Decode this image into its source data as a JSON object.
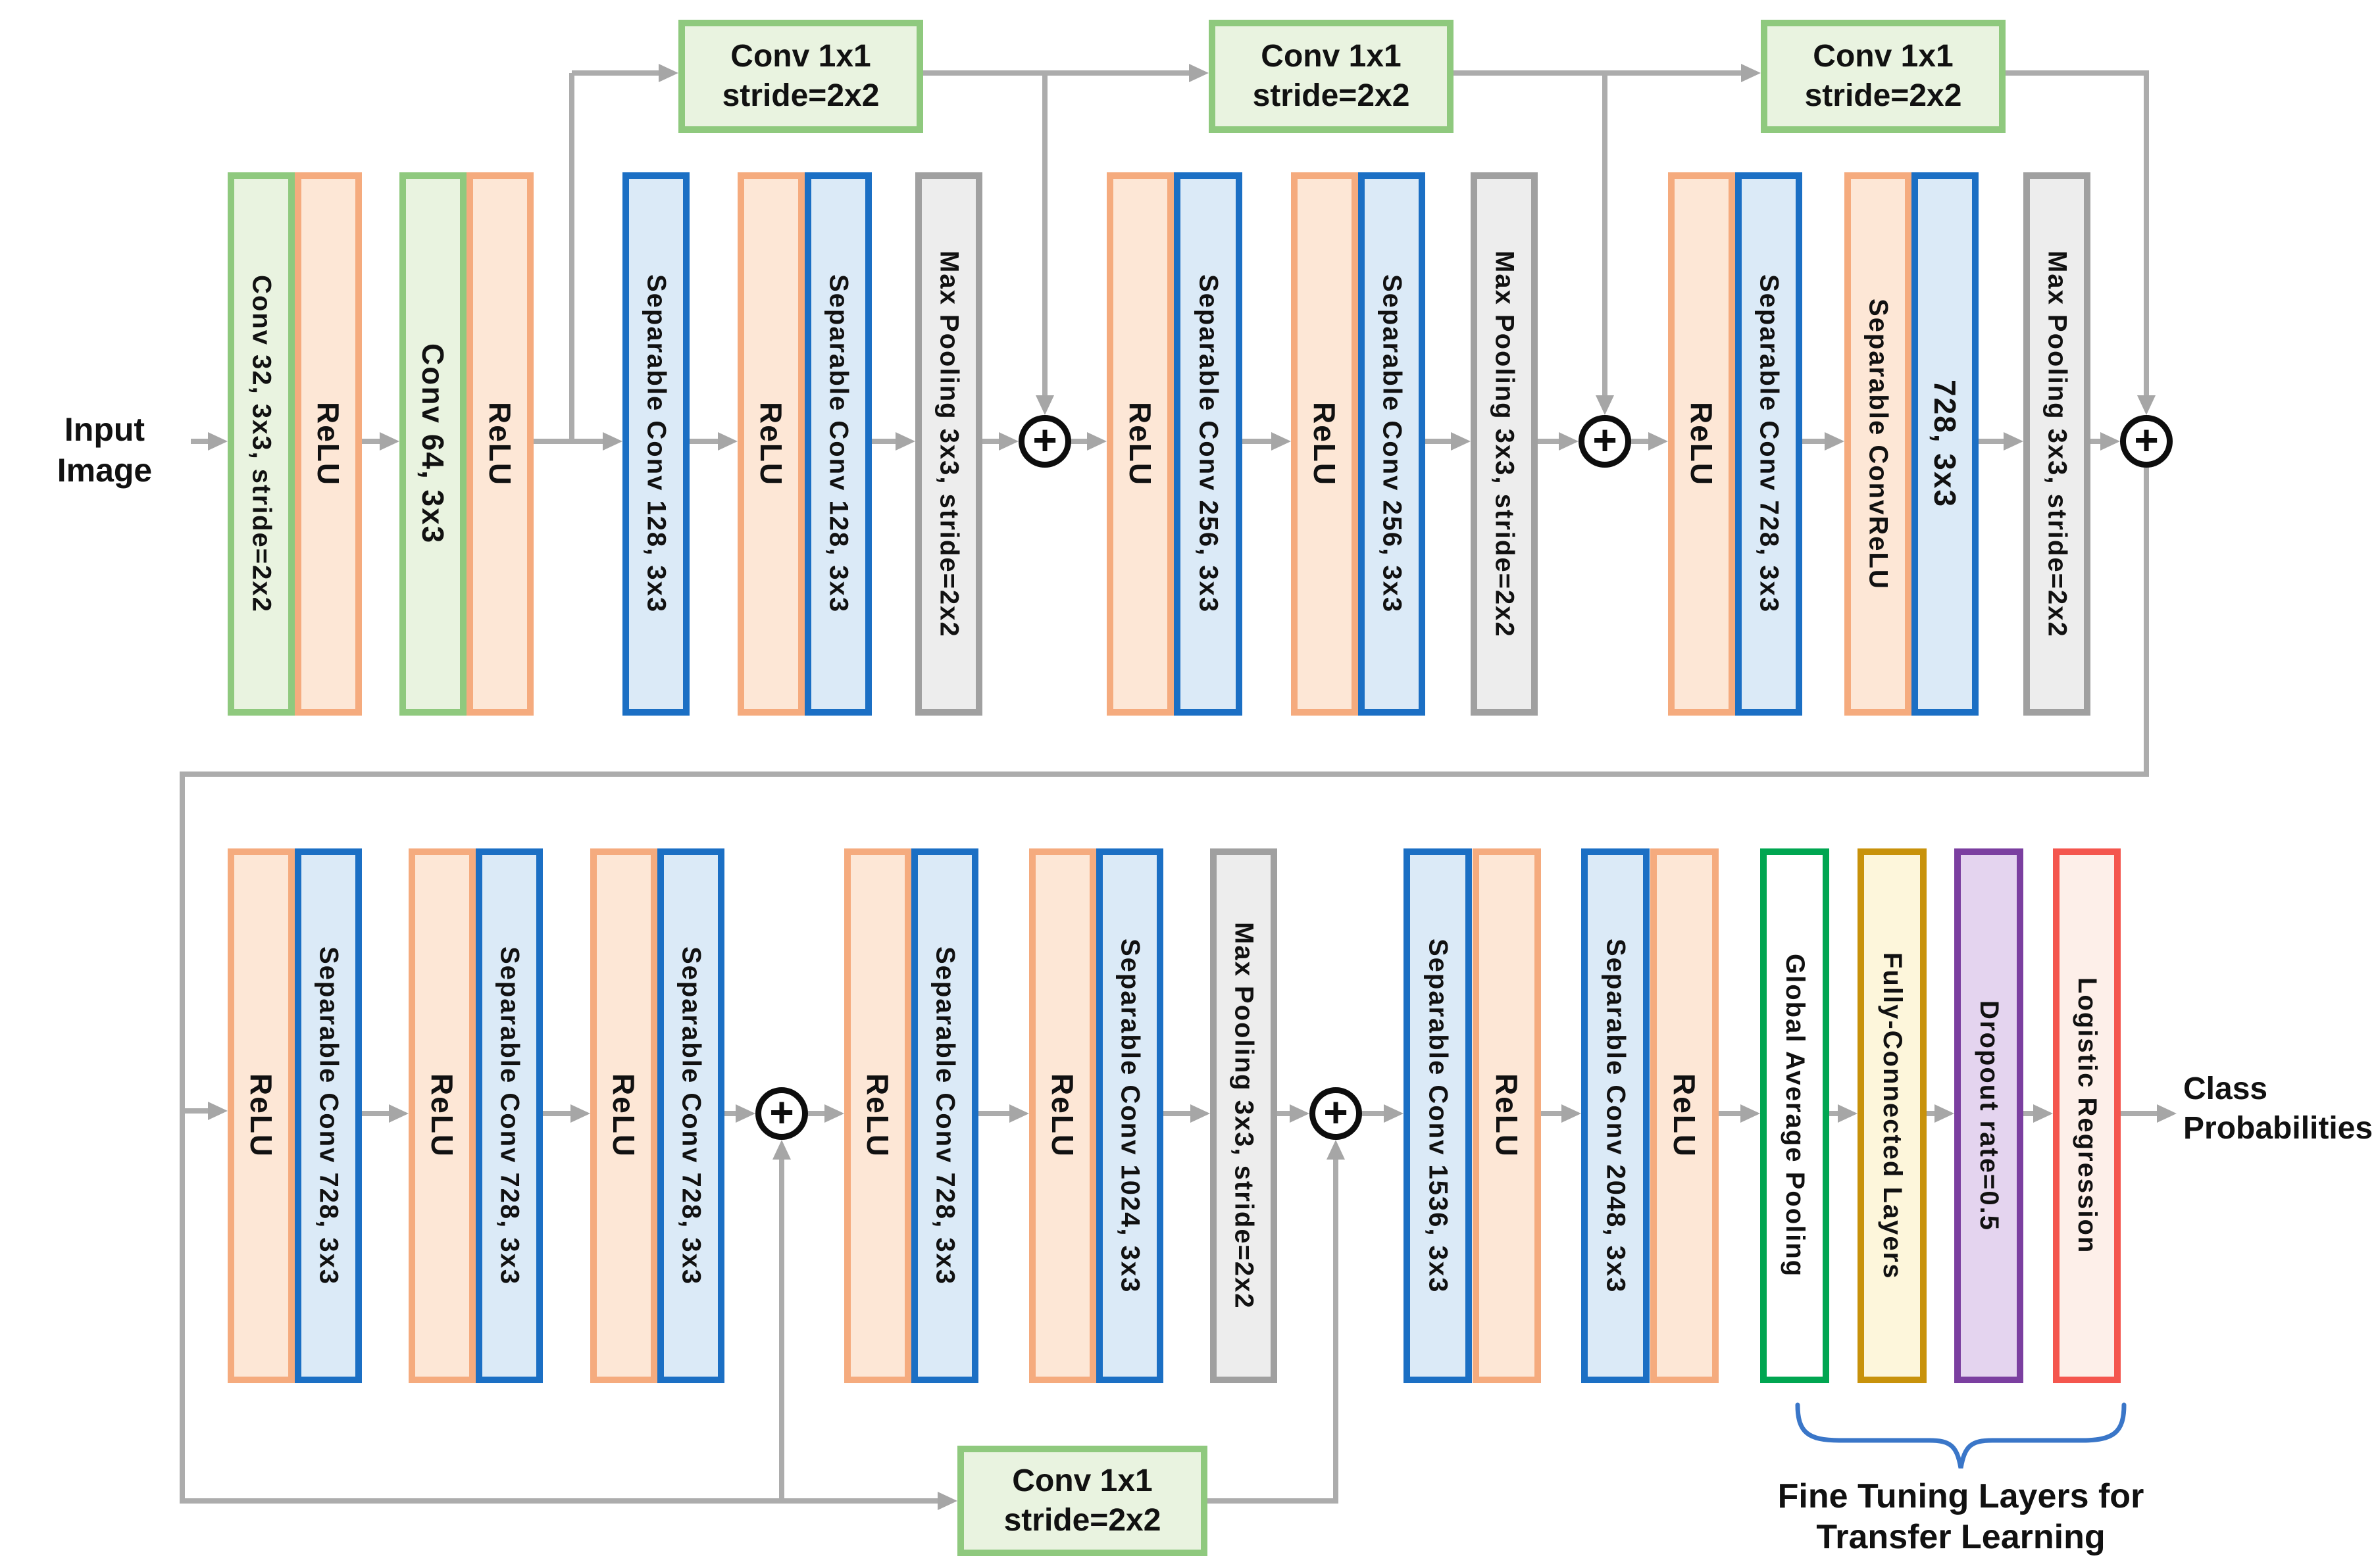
{
  "input_label": {
    "line1": "Input",
    "line2": "Image"
  },
  "output_label": {
    "line1": "Class",
    "line2": "Probabilities"
  },
  "add_symbol": "+",
  "skip_boxes": {
    "top1": {
      "line1": "Conv 1x1",
      "line2": "stride=2x2"
    },
    "top2": {
      "line1": "Conv 1x1",
      "line2": "stride=2x2"
    },
    "top3": {
      "line1": "Conv 1x1",
      "line2": "stride=2x2"
    },
    "bottom": {
      "line1": "Conv 1x1",
      "line2": "stride=2x2"
    }
  },
  "top_row": [
    {
      "label": "Conv 32, 3x3, stride=2x2"
    },
    {
      "label": "ReLU"
    },
    {
      "label": "Conv 64, 3x3"
    },
    {
      "label": "ReLU"
    },
    {
      "label": "Separable Conv 128, 3x3"
    },
    {
      "label": "ReLU"
    },
    {
      "label": "Separable Conv 128, 3x3"
    },
    {
      "label": "Max Pooling 3x3, stride=2x2"
    },
    {
      "label": "ReLU"
    },
    {
      "label": "Separable Conv 256, 3x3"
    },
    {
      "label": "ReLU"
    },
    {
      "label": "Separable Conv 256, 3x3"
    },
    {
      "label": "Max Pooling 3x3, stride=2x2"
    },
    {
      "label": "ReLU"
    },
    {
      "label": "Separable Conv 728, 3x3"
    },
    {
      "label": "Separable ConvReLU"
    },
    {
      "label": "728, 3x3"
    },
    {
      "label": "Max Pooling 3x3, stride=2x2"
    }
  ],
  "bottom_row": [
    {
      "label": "ReLU"
    },
    {
      "label": "Separable Conv 728, 3x3"
    },
    {
      "label": "ReLU"
    },
    {
      "label": "Separable Conv 728, 3x3"
    },
    {
      "label": "ReLU"
    },
    {
      "label": "Separable Conv 728, 3x3"
    },
    {
      "label": "ReLU"
    },
    {
      "label": "Separable Conv 728, 3x3"
    },
    {
      "label": "ReLU"
    },
    {
      "label": "Separable Conv 1024, 3x3"
    },
    {
      "label": "Max Pooling 3x3, stride=2x2"
    },
    {
      "label": "Separable Conv 1536, 3x3"
    },
    {
      "label": "ReLU"
    },
    {
      "label": "Separable Conv 2048, 3x3"
    },
    {
      "label": "ReLU"
    },
    {
      "label": "Global Average Pooling"
    },
    {
      "label": "Fully-Connected Layers"
    },
    {
      "label": "Dropout rate=0.5"
    },
    {
      "label": "Logistic Regression"
    }
  ],
  "brace": {
    "line1": "Fine Tuning Layers for",
    "line2": "Transfer Learning"
  },
  "colors": {
    "conv_border": "#8FC97E",
    "conv_fill": "#E9F3E0",
    "relu_border": "#F5AB7E",
    "relu_fill": "#FDE7D6",
    "separable_border": "#1B6FC4",
    "separable_fill": "#DBEAF7",
    "pool_border": "#A0A0A0",
    "pool_fill": "#EDEDED",
    "gap_border": "#00A651",
    "gap_fill": "#FFFFFF",
    "fc_border": "#C8920B",
    "fc_fill": "#FDF6DB",
    "dropout_border": "#7B3FA0",
    "dropout_fill": "#E4D4EF",
    "logistic_border": "#F4564E",
    "logistic_fill": "#FDEFE9",
    "arrow": "#ACACAC",
    "brace": "#3A76C8",
    "text": "#111111"
  }
}
